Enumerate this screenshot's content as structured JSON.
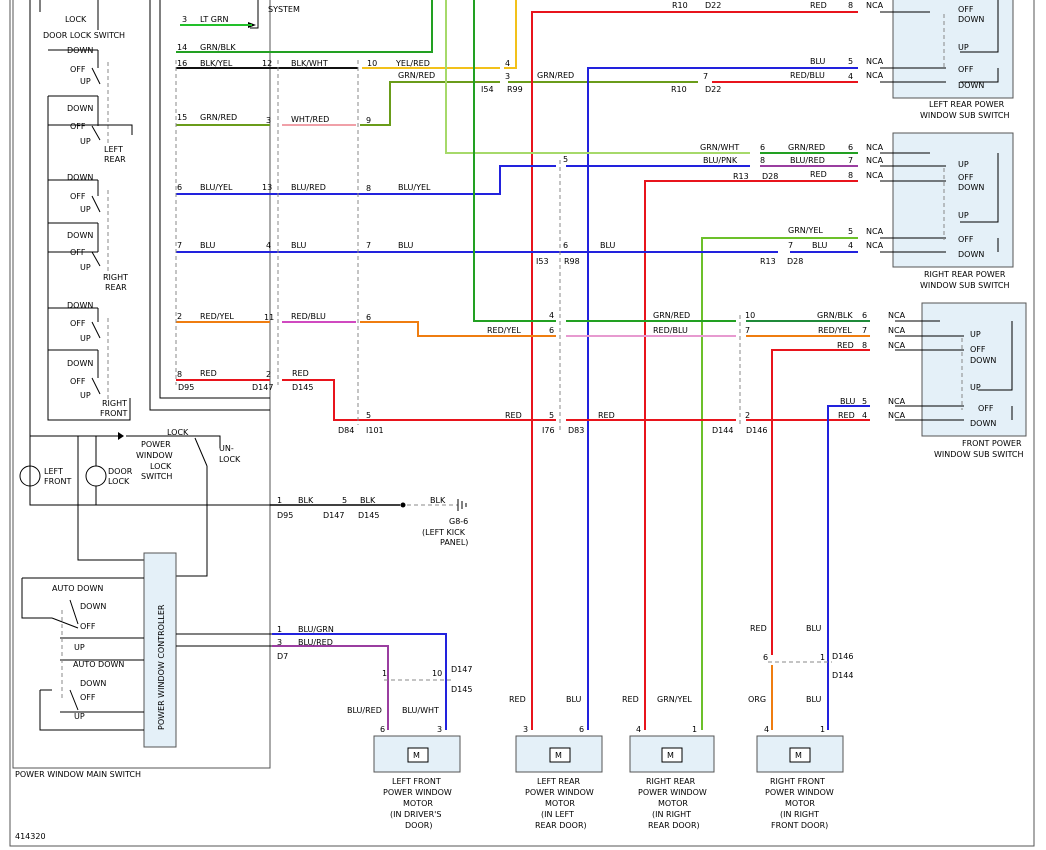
{
  "colors": {
    "red": "#e8141c",
    "blue": "#2222dd",
    "green": "#22a022",
    "yellow": "#f2c11a",
    "orange": "#ef7d10",
    "pink": "#e79ad0",
    "lightgreen": "#a6d96a",
    "olive": "#6a9c1a",
    "purple": "#9a3ea0",
    "darkgreen": "#1f8a3a",
    "black": "#111111",
    "panel": "#e4f0f8"
  },
  "main_switch": {
    "title": "POWER WINDOW MAIN SWITCH",
    "door_lock_switch": "DOOR LOCK SWITCH",
    "lock": "LOCK",
    "system": "SYSTEM",
    "positions": {
      "down": "DOWN",
      "off": "OFF",
      "up": "UP",
      "auto_down": "AUTO DOWN"
    },
    "groups": {
      "left_rear": [
        "LEFT",
        "REAR"
      ],
      "right_rear": [
        "RIGHT",
        "REAR"
      ],
      "right_front": [
        "RIGHT",
        "FRONT"
      ]
    },
    "pwl_switch": [
      "POWER",
      "WINDOW",
      "LOCK",
      "SWITCH"
    ],
    "unlock": [
      "UN-",
      "LOCK"
    ],
    "left_front_led": [
      "LEFT",
      "FRONT"
    ],
    "door_lock_led": [
      "DOOR",
      "LOCK"
    ],
    "controller": "POWER WINDOW CONTROLLER"
  },
  "wires": {
    "ltgrn": "LT GRN",
    "grnblk": "GRN/BLK",
    "blkyel": "BLK/YEL",
    "blkwht": "BLK/WHT",
    "yelred": "YEL/RED",
    "grnred": "GRN/RED",
    "whtred": "WHT/RED",
    "bluyel": "BLU/YEL",
    "blured": "BLU/RED",
    "blu": "BLU",
    "redyel": "RED/YEL",
    "redblu": "RED/BLU",
    "red": "RED",
    "blk": "BLK",
    "blugrn": "BLU/GRN",
    "grnwht": "GRN/WHT",
    "blupnk": "BLU/PNK",
    "grnyel": "GRN/YEL",
    "grnblk2": "GRN/BLK",
    "org": "ORG",
    "bluwht": "BLU/WHT"
  },
  "pins": [
    "1",
    "2",
    "3",
    "4",
    "5",
    "6",
    "7",
    "8",
    "9",
    "10",
    "11",
    "12",
    "13",
    "14",
    "15",
    "16"
  ],
  "connectors": {
    "D22": "D22",
    "R10": "R10",
    "I54": "I54",
    "R99": "R99",
    "R13": "R13",
    "D28": "D28",
    "I53": "I53",
    "R98": "R98",
    "D95": "D95",
    "D147": "D147",
    "D145": "D145",
    "D84": "D84",
    "I101": "I101",
    "I76": "I76",
    "D83": "D83",
    "D144": "D144",
    "D146": "D146",
    "D7": "D7"
  },
  "nca": "NCA",
  "ground": {
    "id": "G8-6",
    "loc": [
      "(LEFT KICK",
      "PANEL)"
    ]
  },
  "sub_switches": {
    "left_rear": [
      "LEFT REAR POWER",
      "WINDOW SUB SWITCH"
    ],
    "right_rear": [
      "RIGHT REAR POWER",
      "WINDOW SUB SWITCH"
    ],
    "front": [
      "FRONT POWER",
      "WINDOW SUB SWITCH"
    ]
  },
  "motors": {
    "lf": [
      "LEFT FRONT",
      "POWER WINDOW",
      "MOTOR",
      "(IN DRIVER'S",
      "DOOR)"
    ],
    "lr": [
      "LEFT REAR",
      "POWER WINDOW",
      "MOTOR",
      "(IN LEFT",
      "REAR DOOR)"
    ],
    "rr": [
      "RIGHT REAR",
      "POWER WINDOW",
      "MOTOR",
      "(IN RIGHT",
      "REAR DOOR)"
    ],
    "rf": [
      "RIGHT FRONT",
      "POWER WINDOW",
      "MOTOR",
      "(IN RIGHT",
      "FRONT DOOR)"
    ],
    "m": "M"
  },
  "figure_number": "414320"
}
